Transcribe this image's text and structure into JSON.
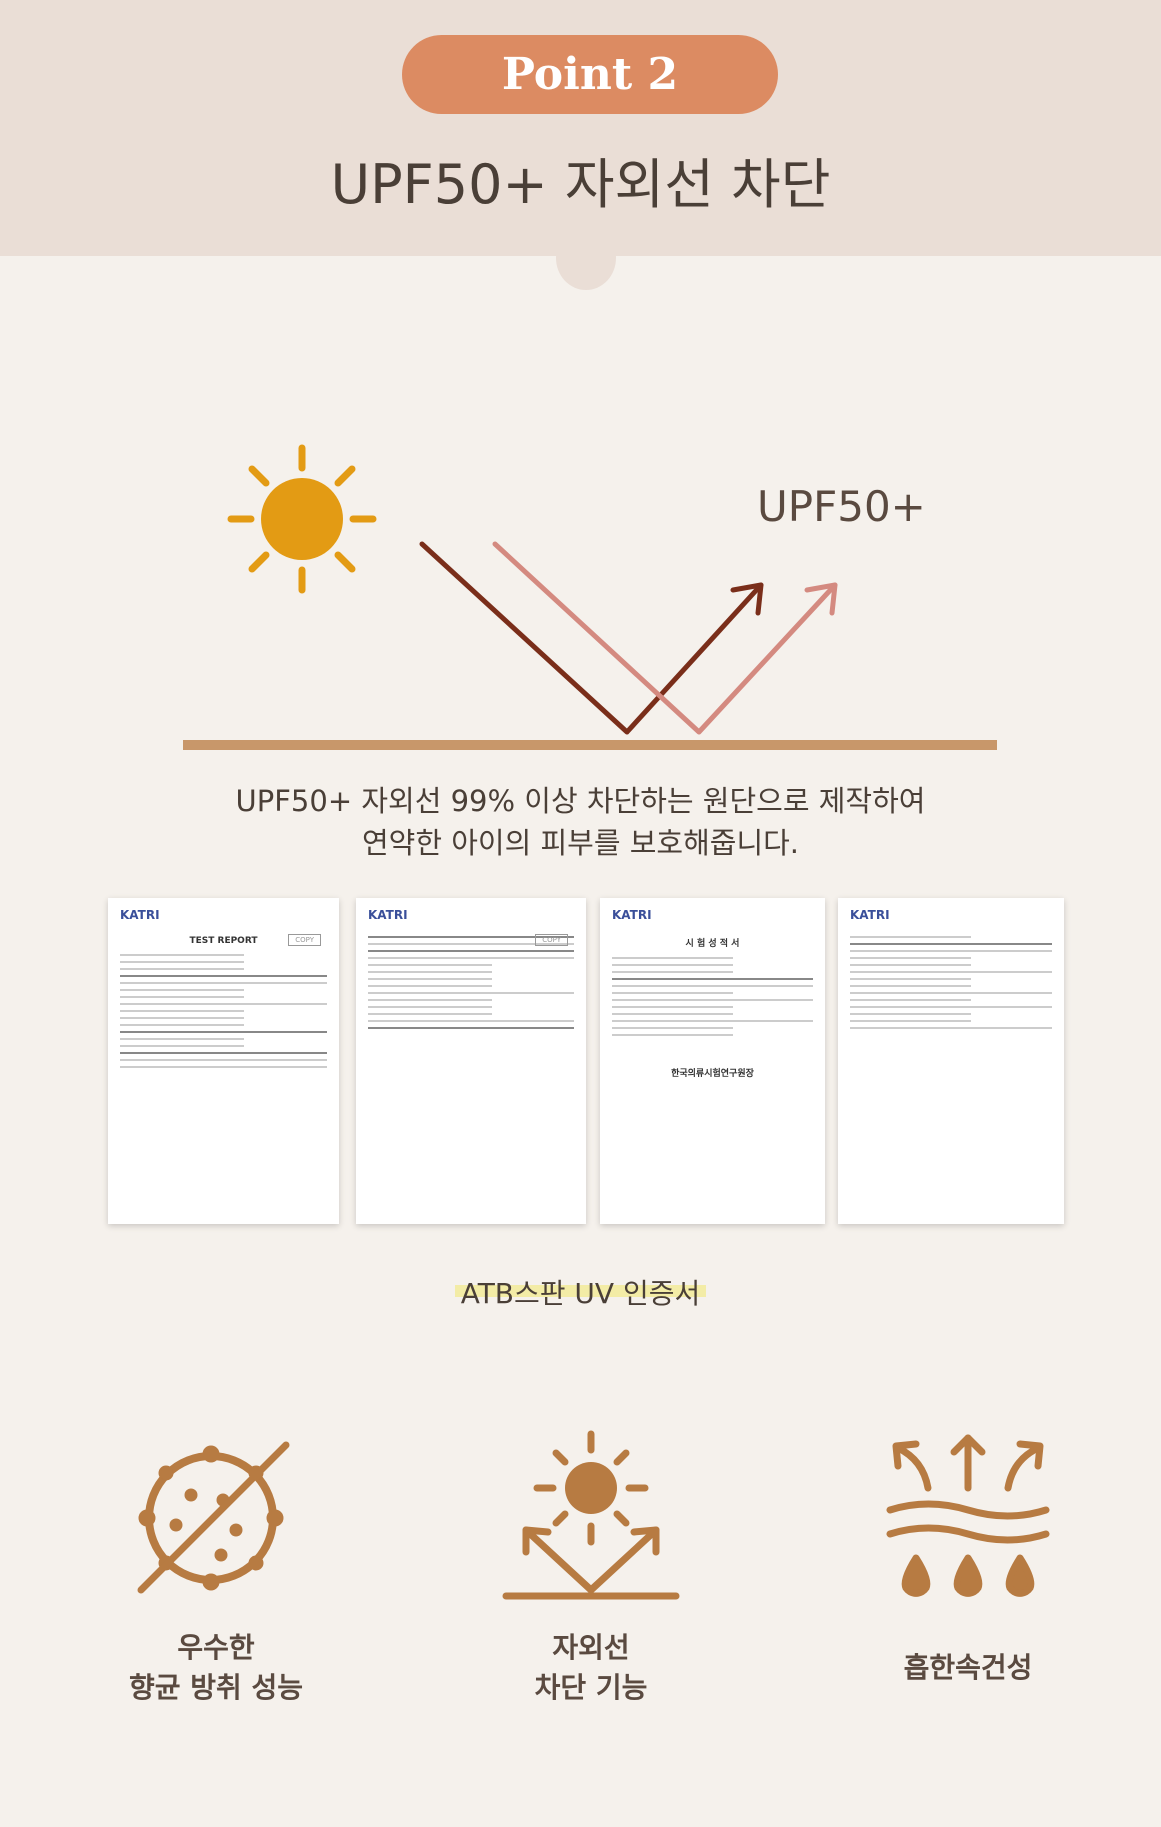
{
  "header": {
    "badge": "Point 2",
    "title": "UPF50+ 자외선 차단"
  },
  "diagram": {
    "label": "UPF50+"
  },
  "description": {
    "line1": "UPF50+ 자외선 99% 이상 차단하는 원단으로 제작하여",
    "line2": "연약한 아이의 피부를 보호해줍니다."
  },
  "certificates": [
    {
      "logo": "KATRI",
      "heading": "TEST REPORT",
      "stamp": "COPY"
    },
    {
      "logo": "KATRI",
      "heading": "",
      "stamp": "COPY"
    },
    {
      "logo": "KATRI",
      "heading": "시 험 성 적 서",
      "footer": "한국의류시험연구원장"
    },
    {
      "logo": "KATRI",
      "heading": ""
    }
  ],
  "caption": "ATB스판 UV 인증서",
  "features": [
    {
      "icon": "antibacterial-icon",
      "line1": "우수한",
      "line2": "향균 방취 성능"
    },
    {
      "icon": "uv-block-icon",
      "line1": "자외선",
      "line2": "차단 기능"
    },
    {
      "icon": "moisture-wicking-icon",
      "line1": "흡한속건성",
      "line2": ""
    }
  ],
  "colors": {
    "header_bg": "#eaded6",
    "body_bg": "#f5f1ec",
    "badge": "#dc8b62",
    "sun": "#e39b14",
    "ray_dark": "#7a2e1a",
    "ray_light": "#d48a80",
    "ground": "#c8976a",
    "icon": "#b77b42"
  }
}
